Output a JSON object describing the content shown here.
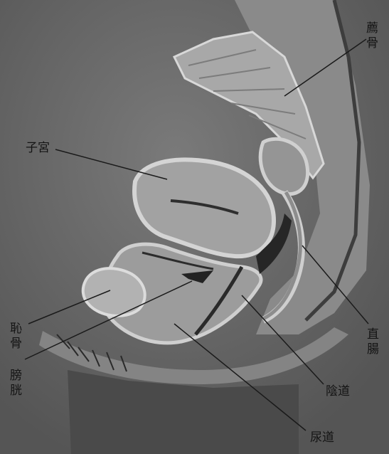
{
  "labels": {
    "sacrum": "薦\n骨",
    "uterus": "子宮",
    "pubis": "恥\n骨",
    "bladder": "膀\n胱",
    "rectum": "直\n腸",
    "vagina": "陰道",
    "urethra": "尿道"
  },
  "colors": {
    "background": "#5e5e5e",
    "organ_fill": "#9a9a9a",
    "organ_edge": "#d0d0d0",
    "cavity": "#2a2a2a",
    "leader_line": "#1a1a1a"
  }
}
